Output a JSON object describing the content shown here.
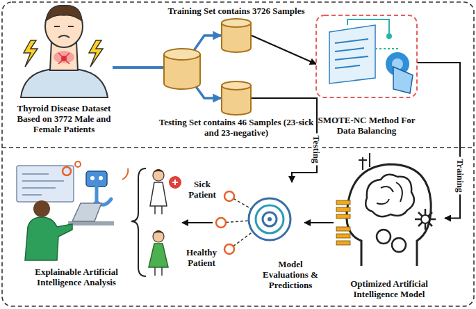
{
  "diagram": {
    "nodes": [
      {
        "text": [
          "Thyroid Disease Dataset Based on 3772 Male and Female Patients"
        ]
      },
      {
        "text": [
          "Training Set contains 3726 Samples"
        ]
      },
      {
        "text": [
          "Testing Set contains 46 Samples (23-sick and 23-negative)"
        ]
      },
      {
        "text": [
          "SMOTE-NC Method For Data Balancing"
        ]
      },
      {
        "text": [
          "Optimized Artificial Intelligence Model"
        ]
      },
      {
        "text": [
          "Model Evaluations & Predictions"
        ]
      },
      {
        "text": [
          "Explainable Artificial Intelligence Analysis"
        ]
      }
    ],
    "edges": [
      {
        "from": 0,
        "to": 1,
        "arrow": "to"
      },
      {
        "from": 0,
        "to": 2,
        "arrow": "to"
      },
      {
        "from": 1,
        "to": 3,
        "arrow": "to"
      },
      {
        "from": 3,
        "to": 4,
        "label": "Training",
        "arrow": "to"
      },
      {
        "from": 2,
        "to": 5,
        "label": "Testing",
        "arrow": "to"
      },
      {
        "from": 4,
        "to": 5,
        "arrow": "to"
      },
      {
        "from": 5,
        "to": 6,
        "arrow": "to"
      }
    ],
    "labels": [
      "Sick Patient",
      "Healthy Patient"
    ]
  }
}
